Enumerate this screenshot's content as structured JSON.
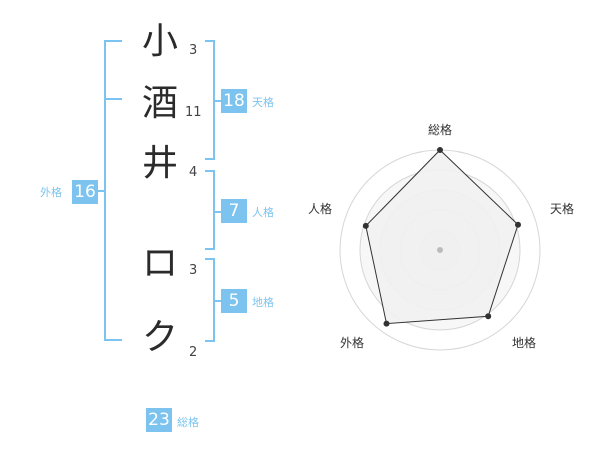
{
  "colors": {
    "accent": "#7cc4ef",
    "badge": "#7cc4ef",
    "chart_fill": "#f1f1f1",
    "chart_stroke": "#333333"
  },
  "name": {
    "chars": [
      {
        "char": "小",
        "strokes": "3"
      },
      {
        "char": "酒",
        "strokes": "11"
      },
      {
        "char": "井",
        "strokes": "4"
      },
      {
        "char": "ロ",
        "strokes": "3"
      },
      {
        "char": "ク",
        "strokes": "2"
      }
    ]
  },
  "kakusu": {
    "tenkaku": {
      "value": "18",
      "label": "天格"
    },
    "jinkaku": {
      "value": "7",
      "label": "人格"
    },
    "chikaku": {
      "value": "5",
      "label": "地格"
    },
    "gaikaku": {
      "value": "16",
      "label": "外格"
    },
    "soukaku": {
      "value": "23",
      "label": "総格"
    }
  },
  "chart_data": {
    "type": "radar",
    "axes": [
      "総格",
      "天格",
      "地格",
      "外格",
      "人格"
    ],
    "values": [
      1.0,
      0.82,
      0.82,
      0.91,
      0.78
    ],
    "max": 1.0,
    "grid": true
  }
}
